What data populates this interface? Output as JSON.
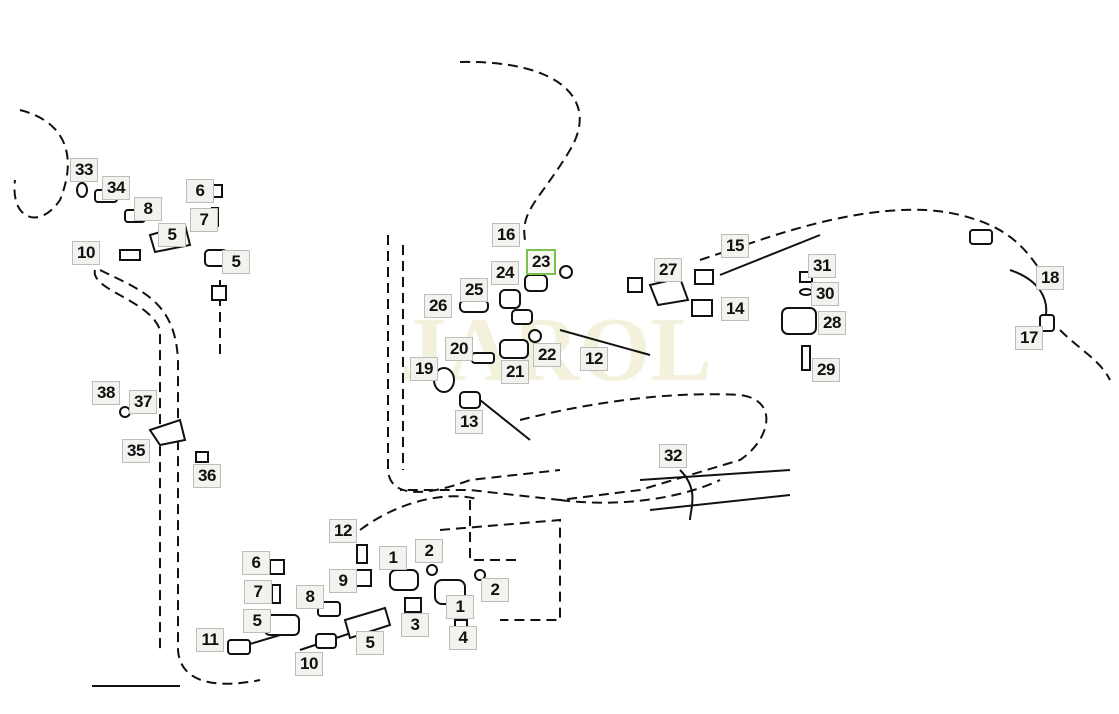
{
  "diagram": {
    "watermark": "JAROL",
    "selected_label": "23",
    "highlight_color": "#7cc24a",
    "labels": [
      "33",
      "34",
      "8",
      "5",
      "6",
      "7",
      "5",
      "10",
      "38",
      "37",
      "35",
      "36",
      "16",
      "23",
      "24",
      "25",
      "26",
      "20",
      "22",
      "21",
      "12",
      "19",
      "13",
      "15",
      "27",
      "14",
      "31",
      "30",
      "28",
      "29",
      "18",
      "17",
      "32",
      "12",
      "6",
      "9",
      "1",
      "2",
      "7",
      "8",
      "5",
      "1",
      "2",
      "3",
      "4",
      "11",
      "5",
      "10"
    ]
  }
}
